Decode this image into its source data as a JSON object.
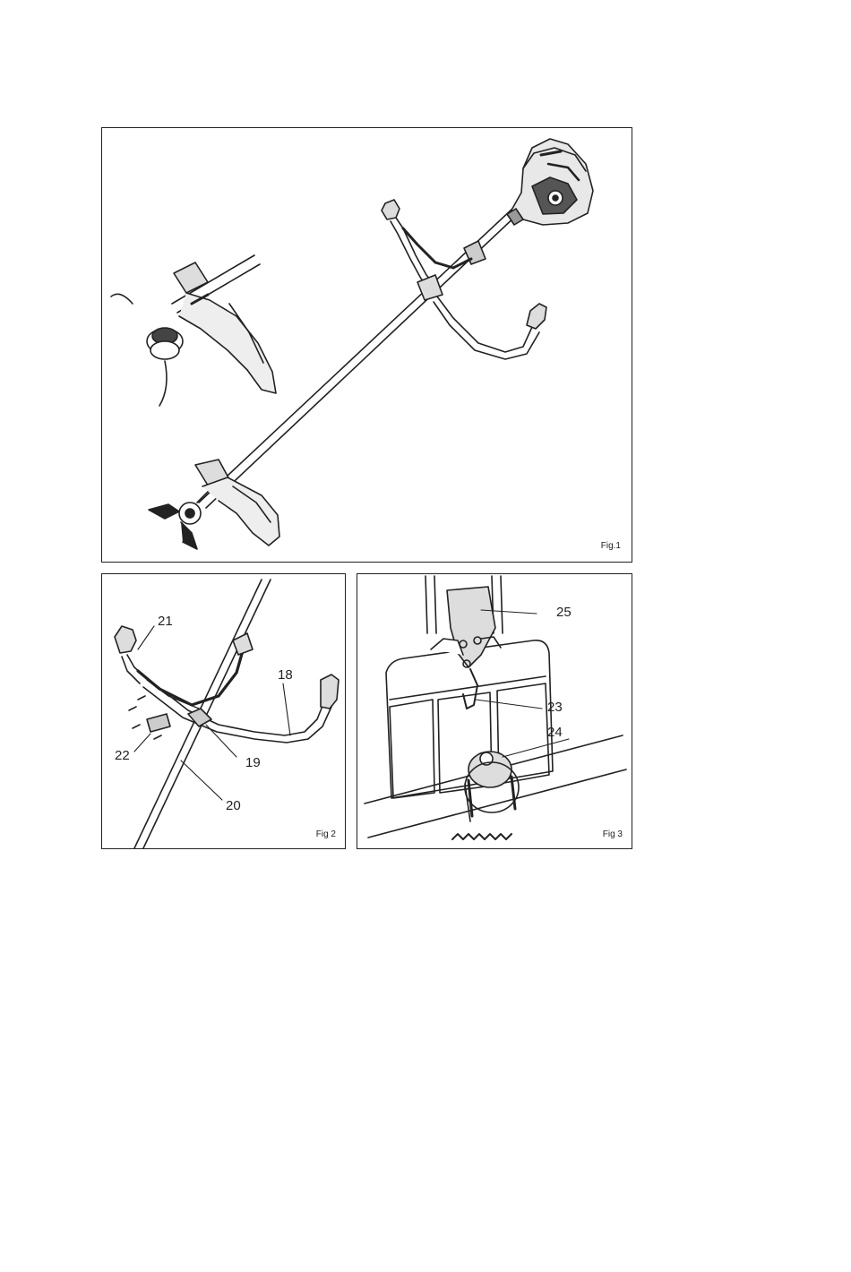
{
  "figures": [
    {
      "label": "Fig.1"
    },
    {
      "label": "Fig 2",
      "callouts": [
        "21",
        "18",
        "22",
        "19",
        "20"
      ]
    },
    {
      "label": "Fig 3",
      "callouts": [
        "25",
        "23",
        "24"
      ]
    }
  ]
}
